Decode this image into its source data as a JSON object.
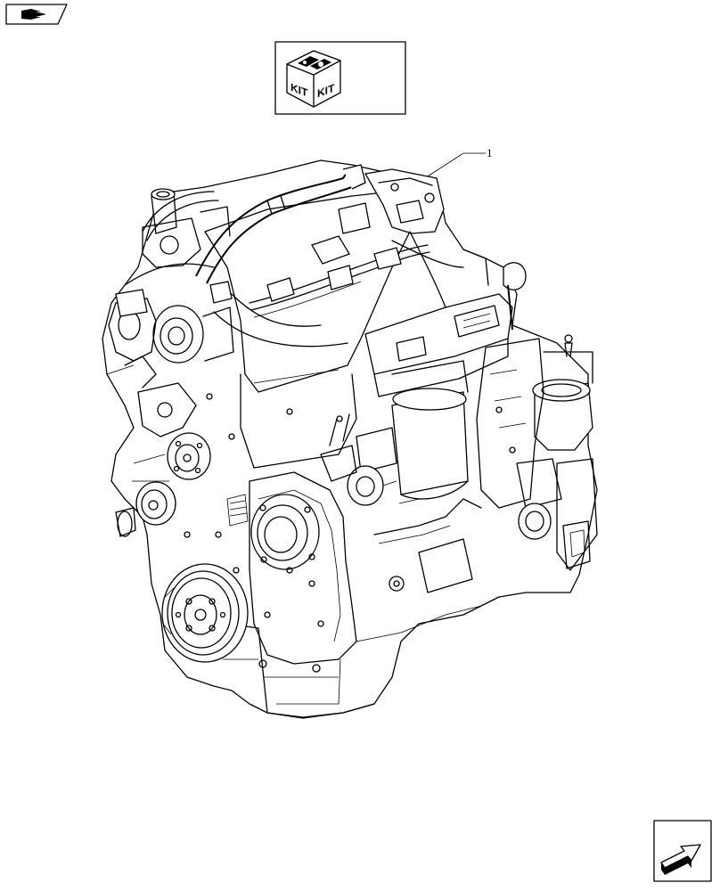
{
  "diagram": {
    "kit_box": {
      "labels": [
        "KIT",
        "KIT"
      ]
    },
    "callouts": [
      {
        "number": "1"
      }
    ],
    "icons": {
      "top_left": "book-arrow-icon",
      "bottom_right": "next-page-arrow-icon",
      "kit": "kit-box-icon"
    }
  }
}
